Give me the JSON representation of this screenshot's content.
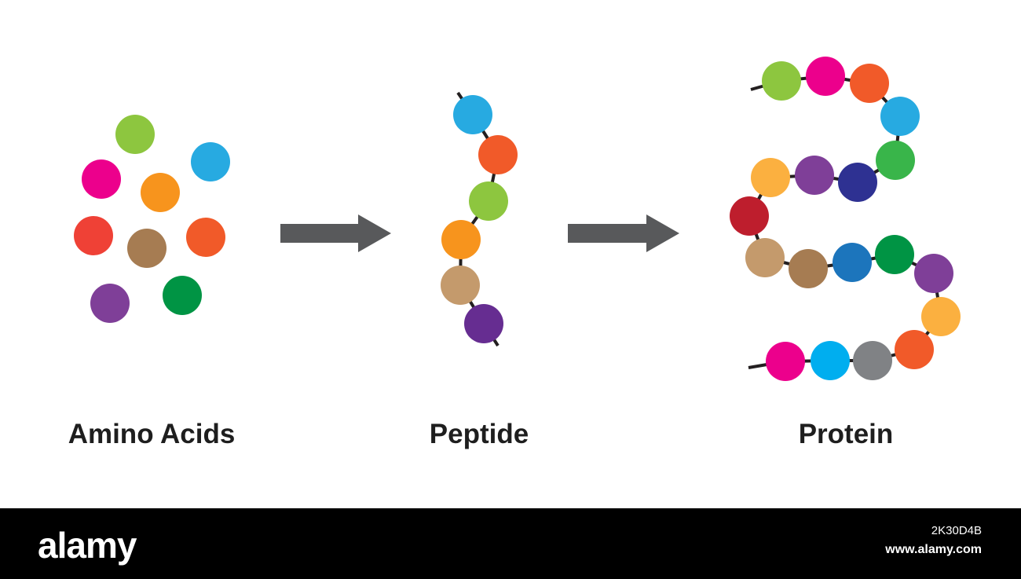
{
  "stages": [
    {
      "label": "Amino Acids",
      "colors": [
        "#8dc63f",
        "#27aae1",
        "#ec008c",
        "#f7941d",
        "#ef4136",
        "#a67c52",
        "#f15a29",
        "#7f3f98",
        "#009444"
      ]
    },
    {
      "label": "Peptide",
      "colors": [
        "#27aae1",
        "#f15a29",
        "#8dc63f",
        "#f7941d",
        "#c49a6c",
        "#662d91"
      ]
    },
    {
      "label": "Protein",
      "colors": [
        "#8dc63f",
        "#ec008c",
        "#f15a29",
        "#27aae1",
        "#39b54a",
        "#2e3192",
        "#7f3f98",
        "#fbb040",
        "#be1e2d",
        "#c49a6c",
        "#a67c52",
        "#1c75bc",
        "#009444",
        "#7f3f98",
        "#fbb040",
        "#f15a29",
        "#808285",
        "#00aeef",
        "#ec008c"
      ]
    }
  ],
  "colors": {
    "arrow": "#58595b",
    "bond": "#231f20"
  },
  "footer": {
    "logo": "alamy",
    "image_id": "2K30D4B",
    "url": "www.alamy.com"
  }
}
